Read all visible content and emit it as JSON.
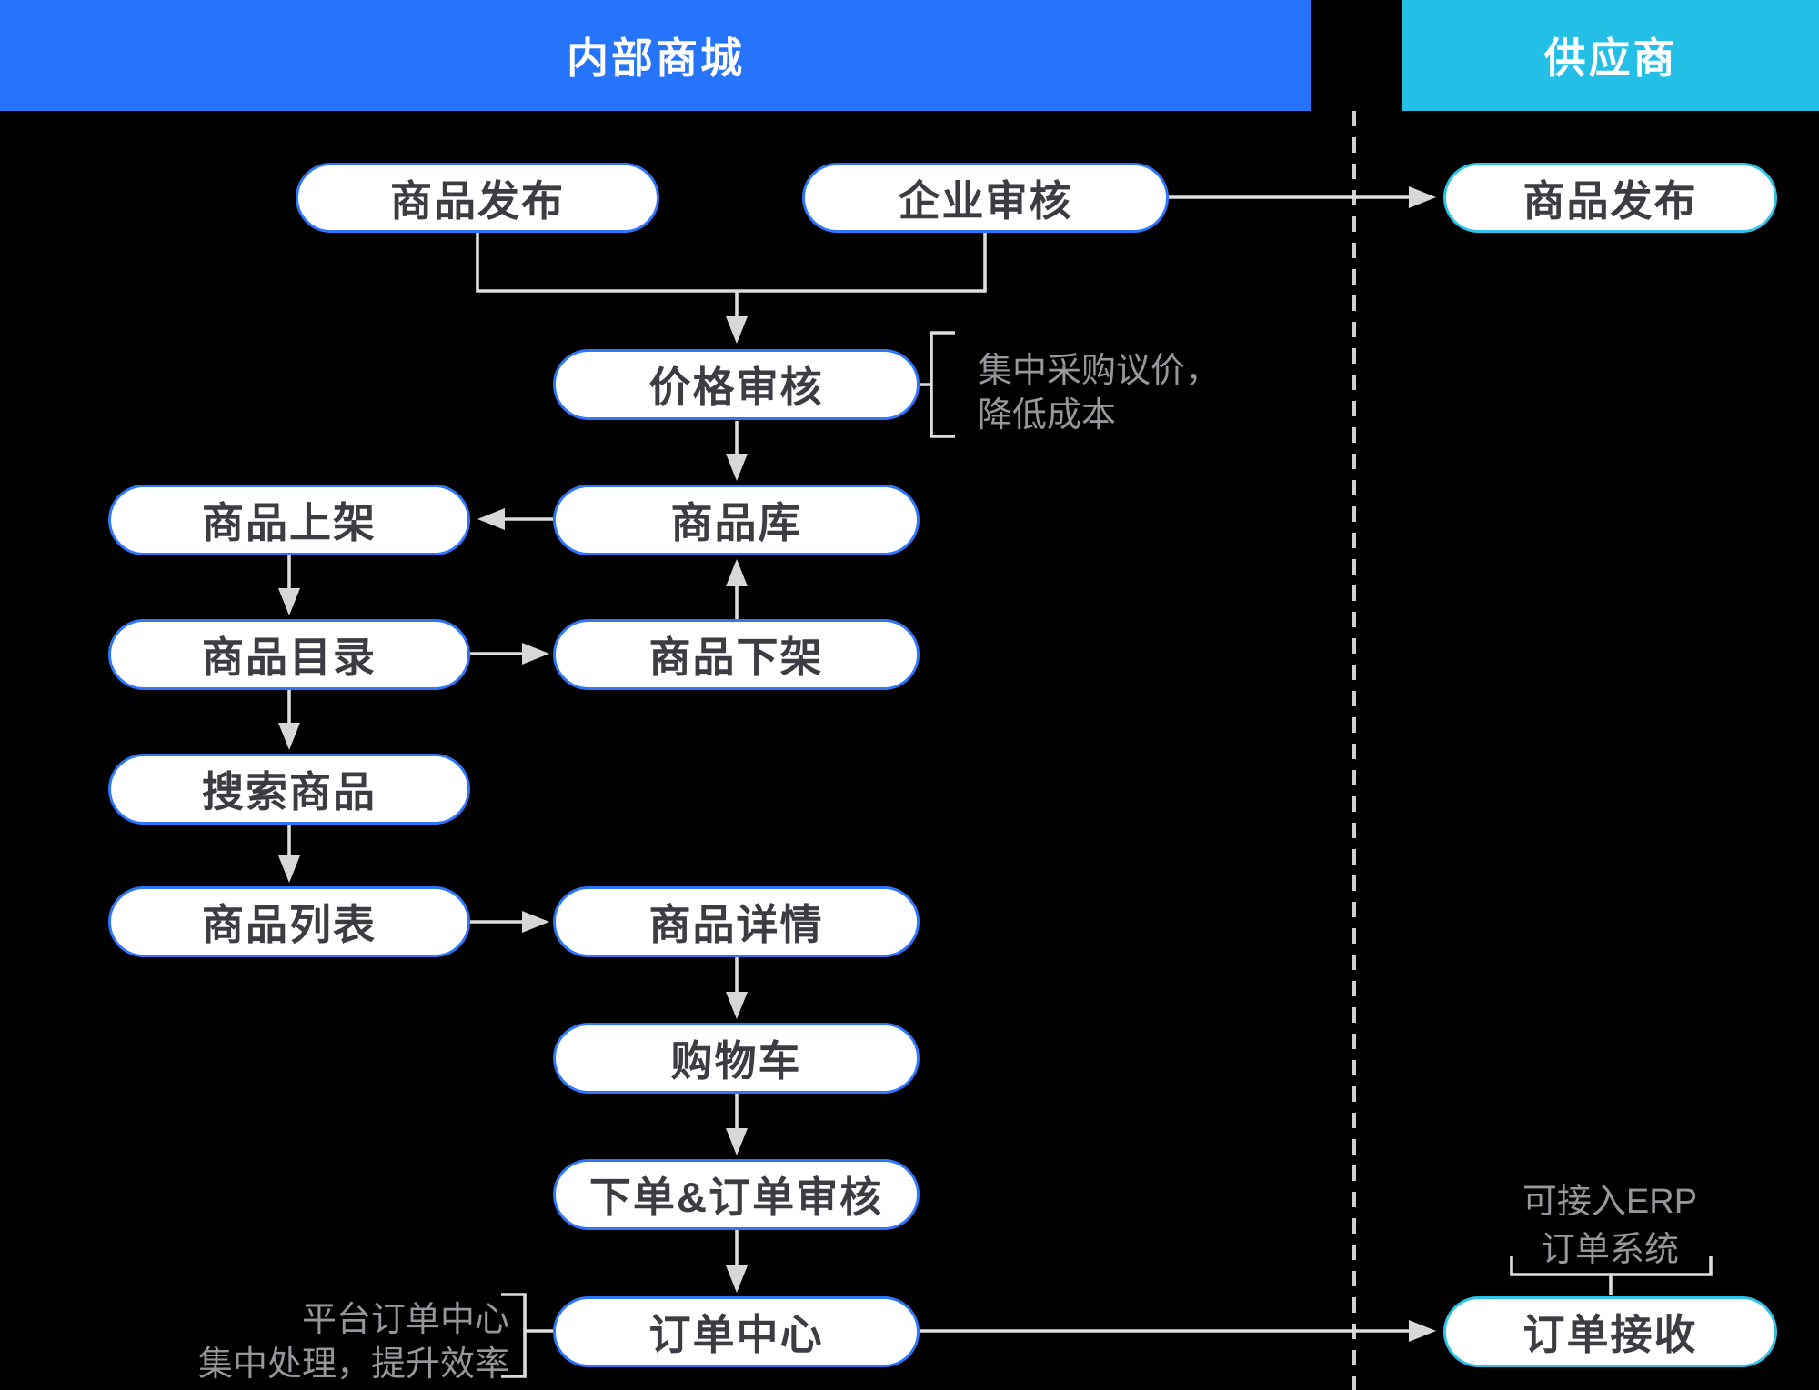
{
  "lanes": [
    {
      "id": "internal_mall",
      "label": "内部商城",
      "color": "#2574FB"
    },
    {
      "id": "supplier",
      "label": "供应商",
      "color": "#23BFE7"
    }
  ],
  "nodes": [
    {
      "id": "publish_internal",
      "label": "商品发布",
      "lane": "internal_mall",
      "border": "#2E77FD"
    },
    {
      "id": "enterprise_review",
      "label": "企业审核",
      "lane": "internal_mall",
      "border": "#2E77FD"
    },
    {
      "id": "price_review",
      "label": "价格审核",
      "lane": "internal_mall",
      "border": "#2E77FD"
    },
    {
      "id": "product_on_shelf",
      "label": "商品上架",
      "lane": "internal_mall",
      "border": "#2E77FD"
    },
    {
      "id": "product_library",
      "label": "商品库",
      "lane": "internal_mall",
      "border": "#2E77FD"
    },
    {
      "id": "product_catalog",
      "label": "商品目录",
      "lane": "internal_mall",
      "border": "#2E77FD"
    },
    {
      "id": "product_off_shelf",
      "label": "商品下架",
      "lane": "internal_mall",
      "border": "#2E77FD"
    },
    {
      "id": "search_product",
      "label": "搜索商品",
      "lane": "internal_mall",
      "border": "#2E77FD"
    },
    {
      "id": "product_list",
      "label": "商品列表",
      "lane": "internal_mall",
      "border": "#2E77FD"
    },
    {
      "id": "product_detail",
      "label": "商品详情",
      "lane": "internal_mall",
      "border": "#2E77FD"
    },
    {
      "id": "shopping_cart",
      "label": "购物车",
      "lane": "internal_mall",
      "border": "#2E77FD"
    },
    {
      "id": "order_and_review",
      "label": "下单&订单审核",
      "lane": "internal_mall",
      "border": "#2E77FD"
    },
    {
      "id": "order_center",
      "label": "订单中心",
      "lane": "internal_mall",
      "border": "#2E77FD"
    },
    {
      "id": "publish_supplier",
      "label": "商品发布",
      "lane": "supplier",
      "border": "#2CC4EA"
    },
    {
      "id": "order_receive",
      "label": "订单接收",
      "lane": "supplier",
      "border": "#2CC4EA"
    }
  ],
  "edges": [
    {
      "from": "publish_internal",
      "to": "price_review"
    },
    {
      "from": "enterprise_review",
      "to": "price_review"
    },
    {
      "from": "enterprise_review",
      "to": "publish_supplier"
    },
    {
      "from": "price_review",
      "to": "product_library"
    },
    {
      "from": "product_library",
      "to": "product_on_shelf"
    },
    {
      "from": "product_on_shelf",
      "to": "product_catalog"
    },
    {
      "from": "product_catalog",
      "to": "product_off_shelf"
    },
    {
      "from": "product_off_shelf",
      "to": "product_library"
    },
    {
      "from": "product_catalog",
      "to": "search_product"
    },
    {
      "from": "search_product",
      "to": "product_list"
    },
    {
      "from": "product_list",
      "to": "product_detail"
    },
    {
      "from": "product_detail",
      "to": "shopping_cart"
    },
    {
      "from": "shopping_cart",
      "to": "order_and_review"
    },
    {
      "from": "order_and_review",
      "to": "order_center"
    },
    {
      "from": "order_center",
      "to": "order_receive"
    }
  ],
  "annotations": {
    "price": {
      "lines": [
        "集中采购议价，",
        "降低成本"
      ]
    },
    "order_center": {
      "lines": [
        "平台订单中心",
        "集中处理，提升效率"
      ]
    },
    "erp": {
      "lines": [
        "可接入ERP",
        "订单系统"
      ]
    }
  },
  "colors": {
    "background": "#000000",
    "lane_internal": "#2574FB",
    "lane_supplier": "#23BFE7",
    "node_border_blue": "#2E77FD",
    "node_border_cyan": "#2CC4EA",
    "node_fill": "#FFFFFF",
    "node_text": "#3C3C43",
    "connector": "#DDDDDD",
    "arrowhead": "#D7D7D7",
    "divider": "#CFCFCF",
    "annotation_text": "#96969B"
  }
}
